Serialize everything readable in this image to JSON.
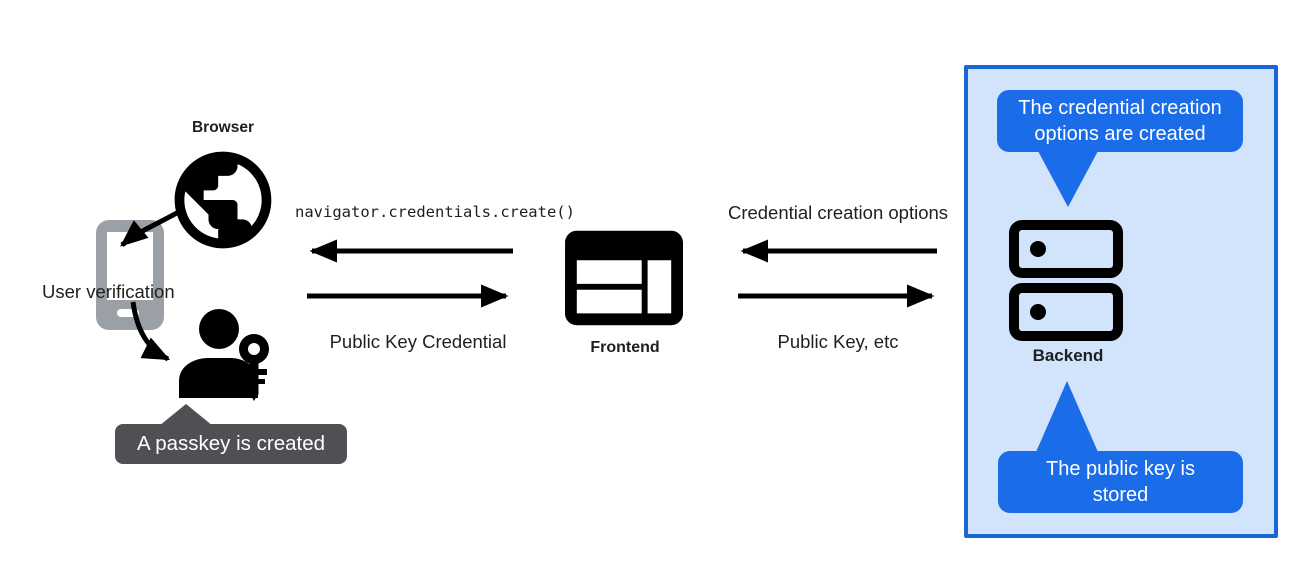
{
  "colors": {
    "accent_blue": "#1a6ce8",
    "panel_bg": "#d2e3fc",
    "panel_border": "#1967d2",
    "tooltip_gray": "#4e5053",
    "phone_gray": "#9aa0a6",
    "ink": "#000000",
    "text": "#1f1f1f",
    "callout_text": "#ffffff"
  },
  "browser": {
    "label": "Browser",
    "user_verification": "User verification",
    "passkey_callout": "A passkey is created"
  },
  "frontend": {
    "label": "Frontend"
  },
  "backend": {
    "label": "Backend",
    "callout_top": "The credential creation options are created",
    "callout_bottom": "The public key is stored"
  },
  "messages": {
    "create_call": "navigator.credentials.create()",
    "public_key_credential": "Public Key Credential",
    "credential_creation_options": "Credential creation options",
    "public_key_etc": "Public Key, etc"
  },
  "icons": {
    "globe": "globe-icon",
    "smartphone": "smartphone-icon",
    "user_key": "user-with-key-icon",
    "frontend_window": "browser-window-icon",
    "backend_server": "server-stack-icon"
  }
}
